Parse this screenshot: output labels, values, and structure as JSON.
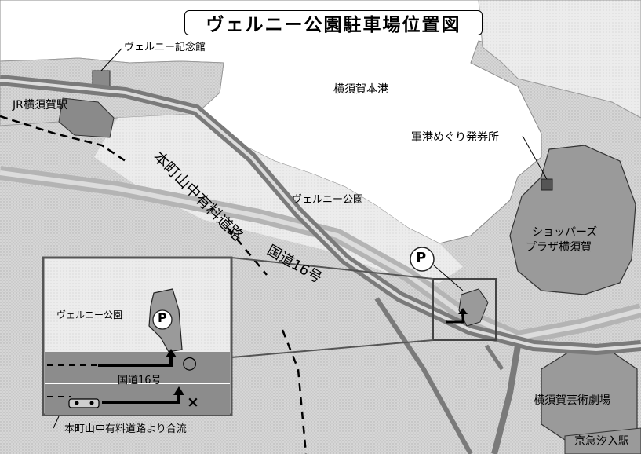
{
  "title": "ヴェルニー公園駐車場位置図",
  "labels": {
    "verny_memorial": "ヴェルニー記念館",
    "jr_station": "JR横須賀駅",
    "yokosuka_port": "横須賀本港",
    "expressway": "本町山中有料道路",
    "cruise_ticket": "軍港めぐり発券所",
    "verny_park": "ヴェルニー公園",
    "shoppers_line1": "ショッパーズ",
    "shoppers_line2": "プラザ横須賀",
    "route16": "国道16号",
    "parking": "P",
    "theater": "横須賀芸術劇場",
    "keikyu": "京急汐入駅"
  },
  "inset": {
    "park": "ヴェルニー公園",
    "parking": "P",
    "route16": "国道16号",
    "merge_note": "本町山中有料道路より合流",
    "ok_mark": "○",
    "ng_mark": "×"
  },
  "colors": {
    "sea": "#ffffff",
    "land": "#dcdcdc",
    "building": "#9a9a9a",
    "road": "#b4b4b4",
    "expressway": "#7a7a7a",
    "inset_road": "#8c8c8c",
    "arrow": "#000000"
  }
}
